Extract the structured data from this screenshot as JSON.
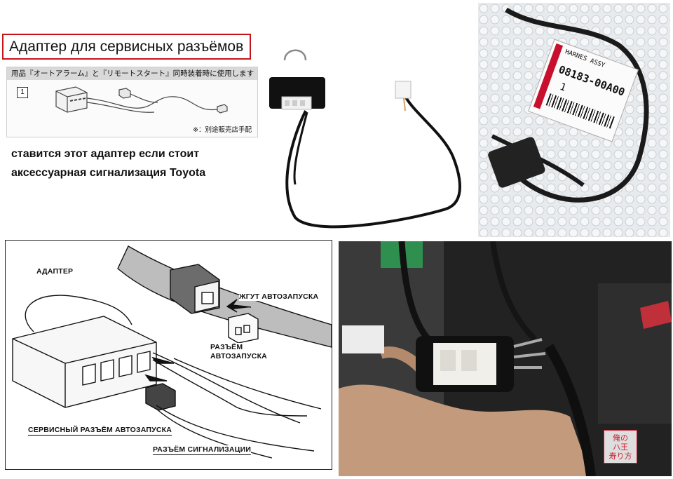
{
  "title": "Адаптер для сервисных разъёмов",
  "manual": {
    "header": "用品『オートアラーム』と『リモートスタート』同時装着時に使用します",
    "index": "1",
    "note": "※：別途販売店手配"
  },
  "caption": {
    "line1": "ставится этот адаптер если стоит",
    "line2": "аксессуарная сигнализация Toyota"
  },
  "package_label": {
    "name": "HARNES ASSY",
    "part_number": "08183-00A00",
    "qty": "1"
  },
  "diagram": {
    "adapter": "АДАПТЕР",
    "harness": "ЖГУТ АВТОЗАПУСКА",
    "connector_line1": "РАЗЪЁМ",
    "connector_line2": "АВТОЗАПУСКА",
    "service_connector": "СЕРВИСНЫЙ РАЗЪЁМ  АВТОЗАПУСКА",
    "alarm_connector": "РАЗЪЁМ  СИГНАЛИЗАЦИИ"
  },
  "colors": {
    "title_border": "#c6141b",
    "seal": "#cc2233"
  }
}
